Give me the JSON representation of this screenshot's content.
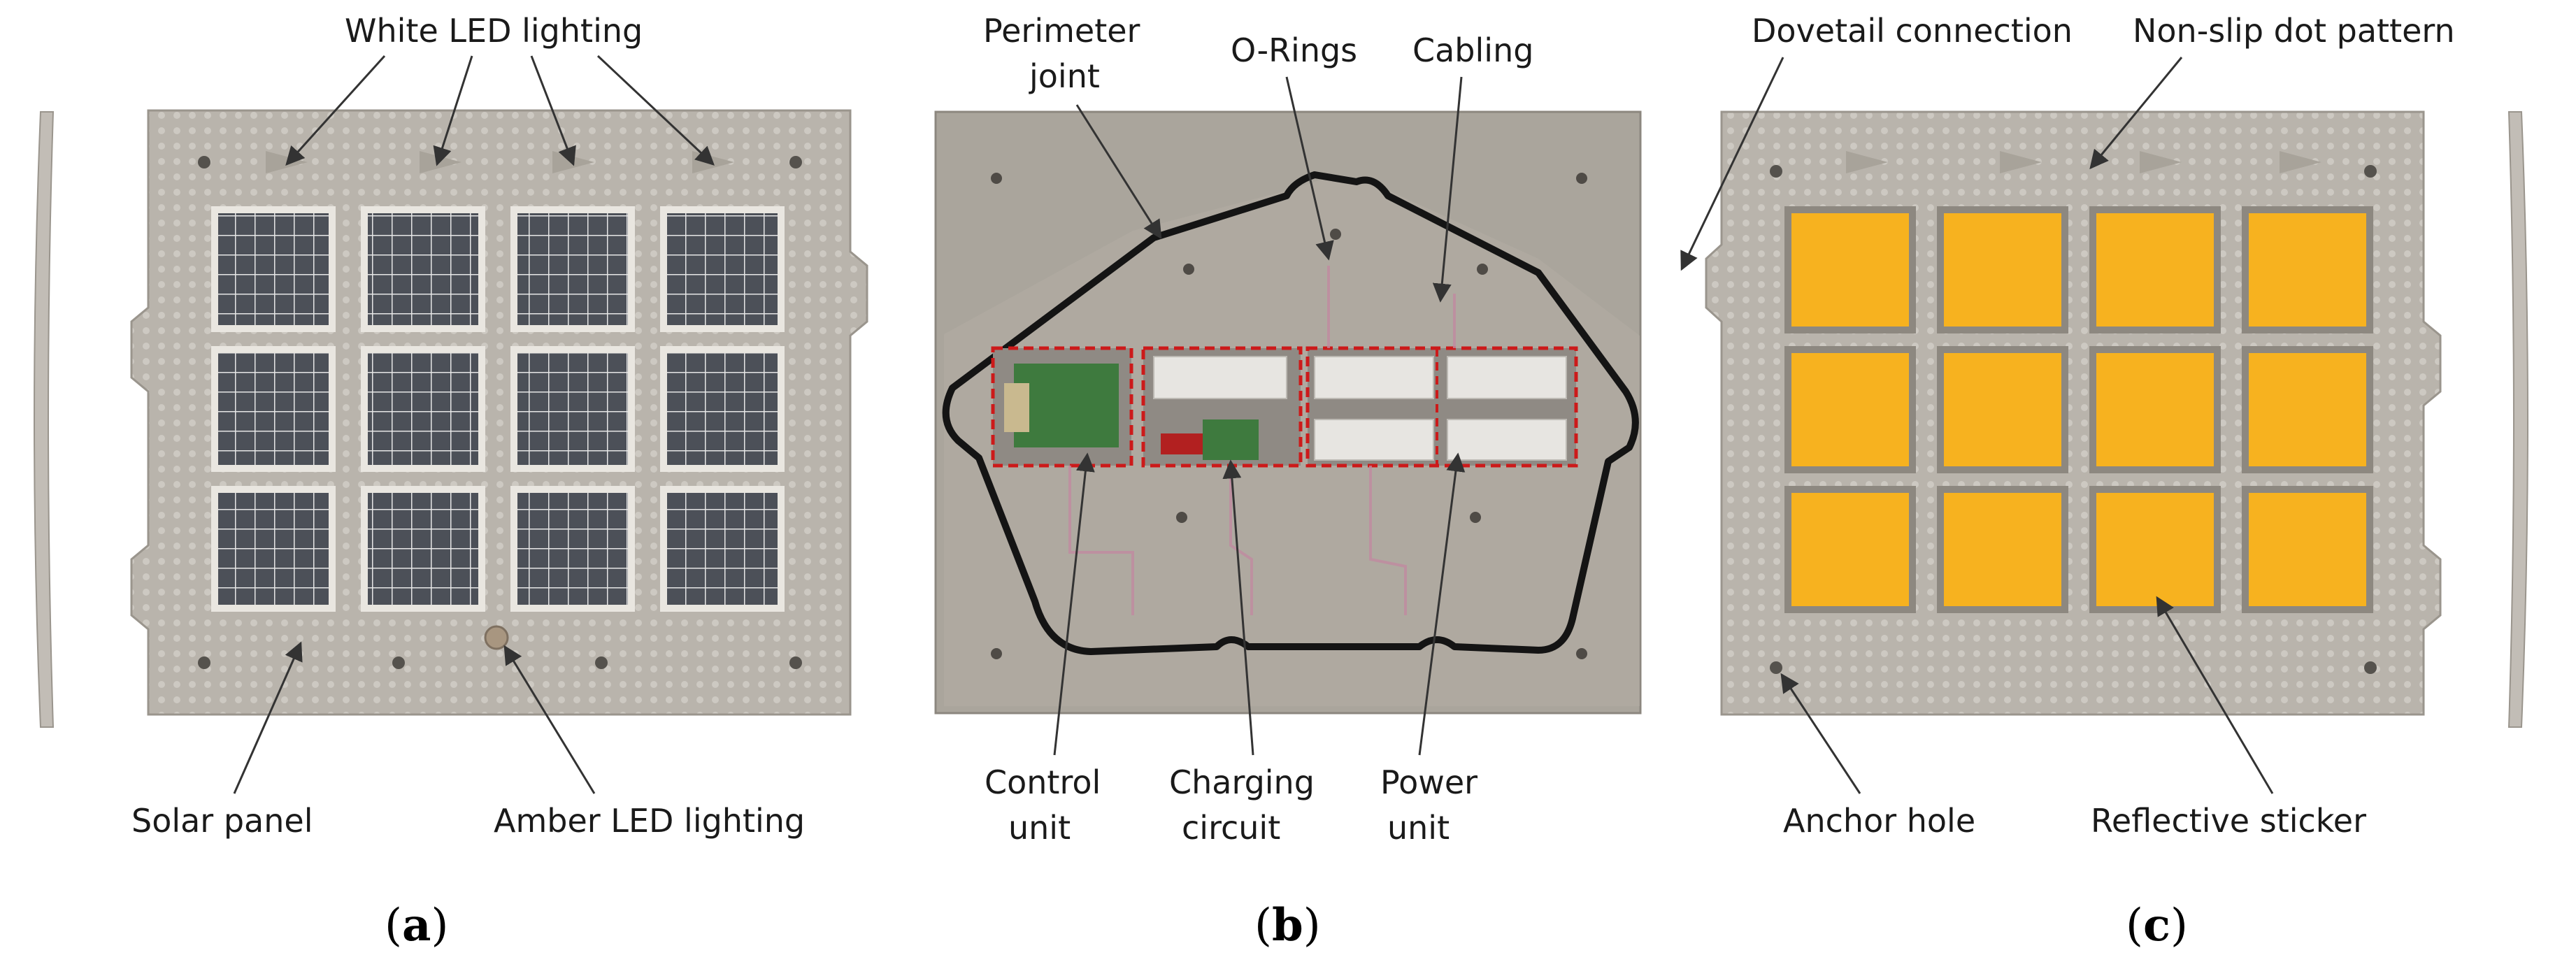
{
  "panels": [
    {
      "id": "a",
      "caption": {
        "open": "(",
        "letter": "a",
        "close": ")"
      },
      "callouts": [
        "White LED lighting",
        "Solar panel",
        "Amber LED lighting"
      ]
    },
    {
      "id": "b",
      "caption": {
        "open": "(",
        "letter": "b",
        "close": ")"
      },
      "callouts": [
        "Perimeter",
        "joint",
        "O-Rings",
        "Cabling",
        "Control",
        "unit",
        "Charging",
        "circuit",
        "Power",
        "unit"
      ]
    },
    {
      "id": "c",
      "caption": {
        "open": "(",
        "letter": "c",
        "close": ")"
      },
      "callouts": [
        "Dovetail connection",
        "Non-slip dot pattern",
        "Anchor hole",
        "Reflective sticker"
      ]
    }
  ],
  "colors": {
    "panel_gray": "#bdb8b0",
    "panel_b_gray": "#a9a49b",
    "reflective_yellow": "#f7b21f",
    "highlight_red": "#cc1a1a"
  }
}
